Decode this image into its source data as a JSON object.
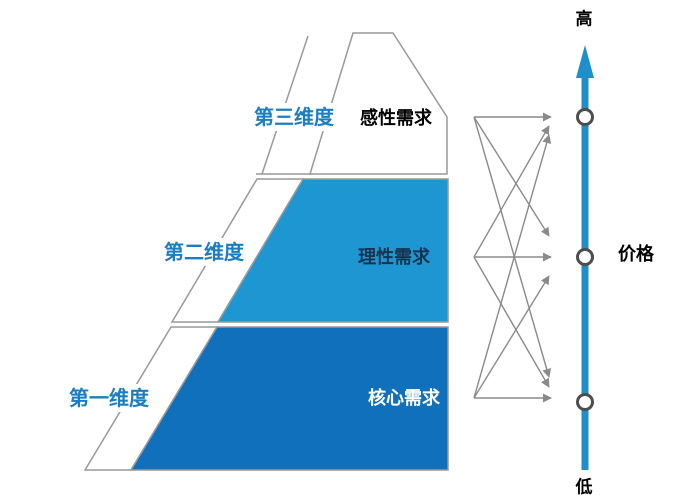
{
  "pyramid": {
    "levels": [
      {
        "dimension_label": "第三维度",
        "need_label": "感性需求"
      },
      {
        "dimension_label": "第二维度",
        "need_label": "理性需求"
      },
      {
        "dimension_label": "第一维度",
        "need_label": "核心需求"
      }
    ]
  },
  "price_axis": {
    "high_label": "高",
    "low_label": "低",
    "axis_label": "价格"
  },
  "colors": {
    "tier1_fill": "#1170BC",
    "tier2_fill": "#1E96D2",
    "tier3_fill": "#FFFFFF",
    "outline_gray": "#999999",
    "arrow_gray": "#8A8A8A",
    "axis_blue": "#1E8FCB",
    "dimension_label_blue": "#1B7EC2",
    "rational_need_text": "#16334F",
    "core_need_text": "#FFFFFF",
    "emotional_need_text": "#000000",
    "axis_text": "#000000",
    "node_stroke": "#4D4D4D"
  }
}
